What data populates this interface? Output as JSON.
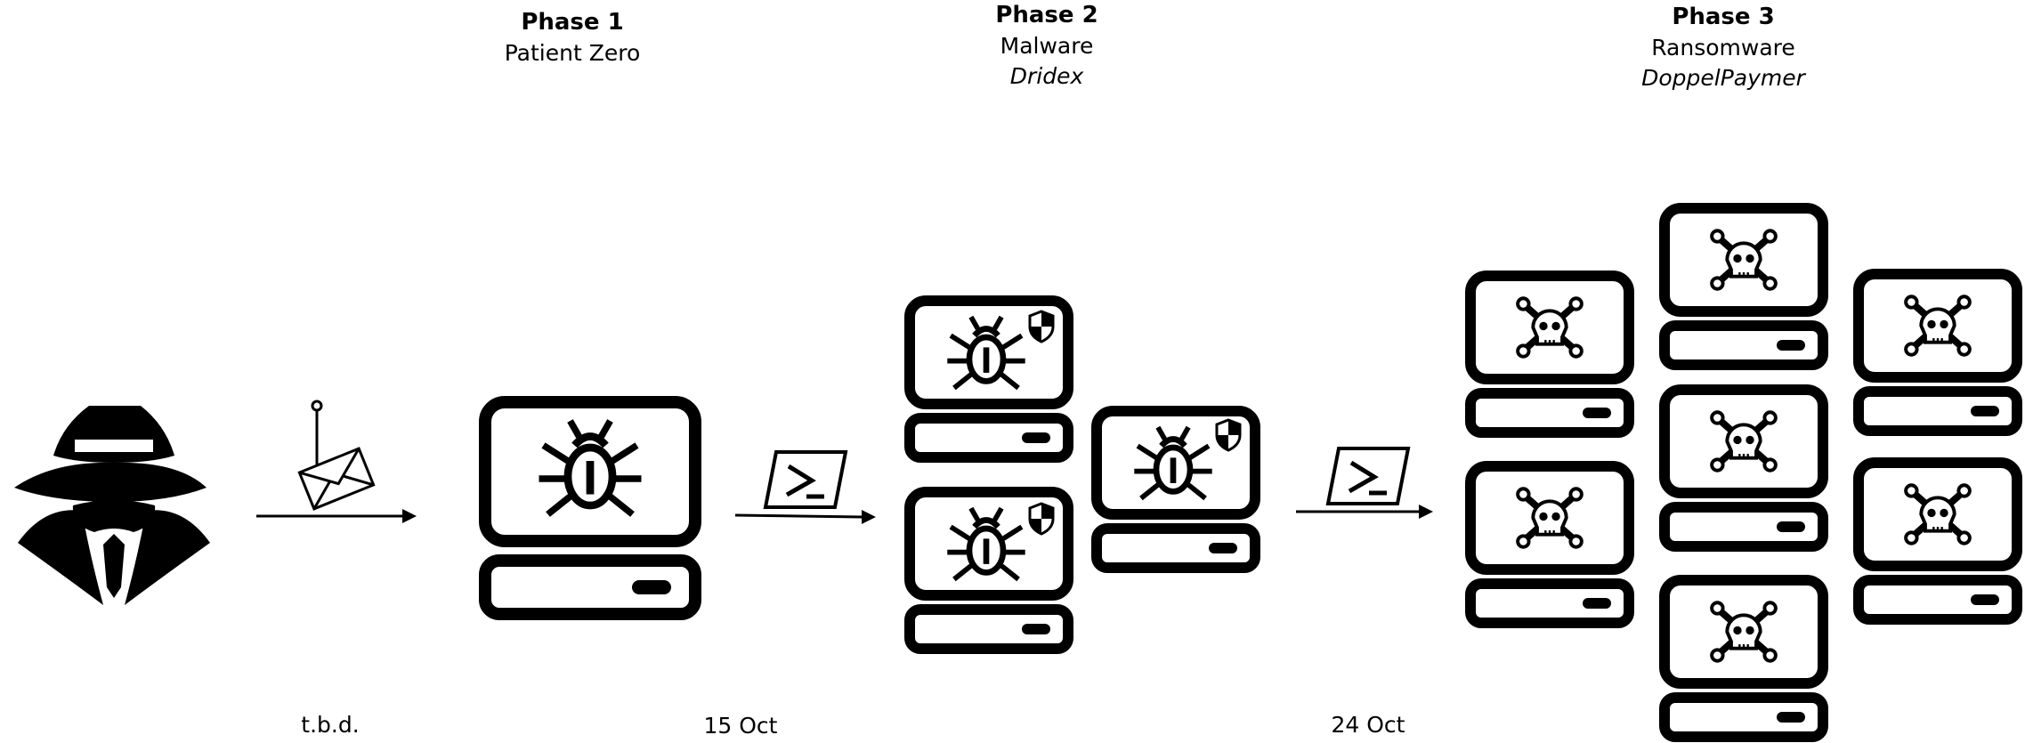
{
  "phases": [
    {
      "title": "Phase 1",
      "subtitle": "Patient Zero",
      "name": ""
    },
    {
      "title": "Phase 2",
      "subtitle": "Malware",
      "name": "Dridex"
    },
    {
      "title": "Phase 3",
      "subtitle": "Ransomware",
      "name": "DoppelPaymer"
    }
  ],
  "dates": [
    "t.b.d.",
    "15 Oct",
    "24 Oct"
  ],
  "icons": {
    "attacker": "spy-hacker-icon",
    "delivery": "phishing-email-hook-icon",
    "tool": "powershell-prompt-icon",
    "malware": "bug-icon",
    "ransomware": "skull-crossbones-icon",
    "defense": "shield-icon"
  },
  "colors": {
    "ink": "#000000",
    "background": "#ffffff"
  }
}
